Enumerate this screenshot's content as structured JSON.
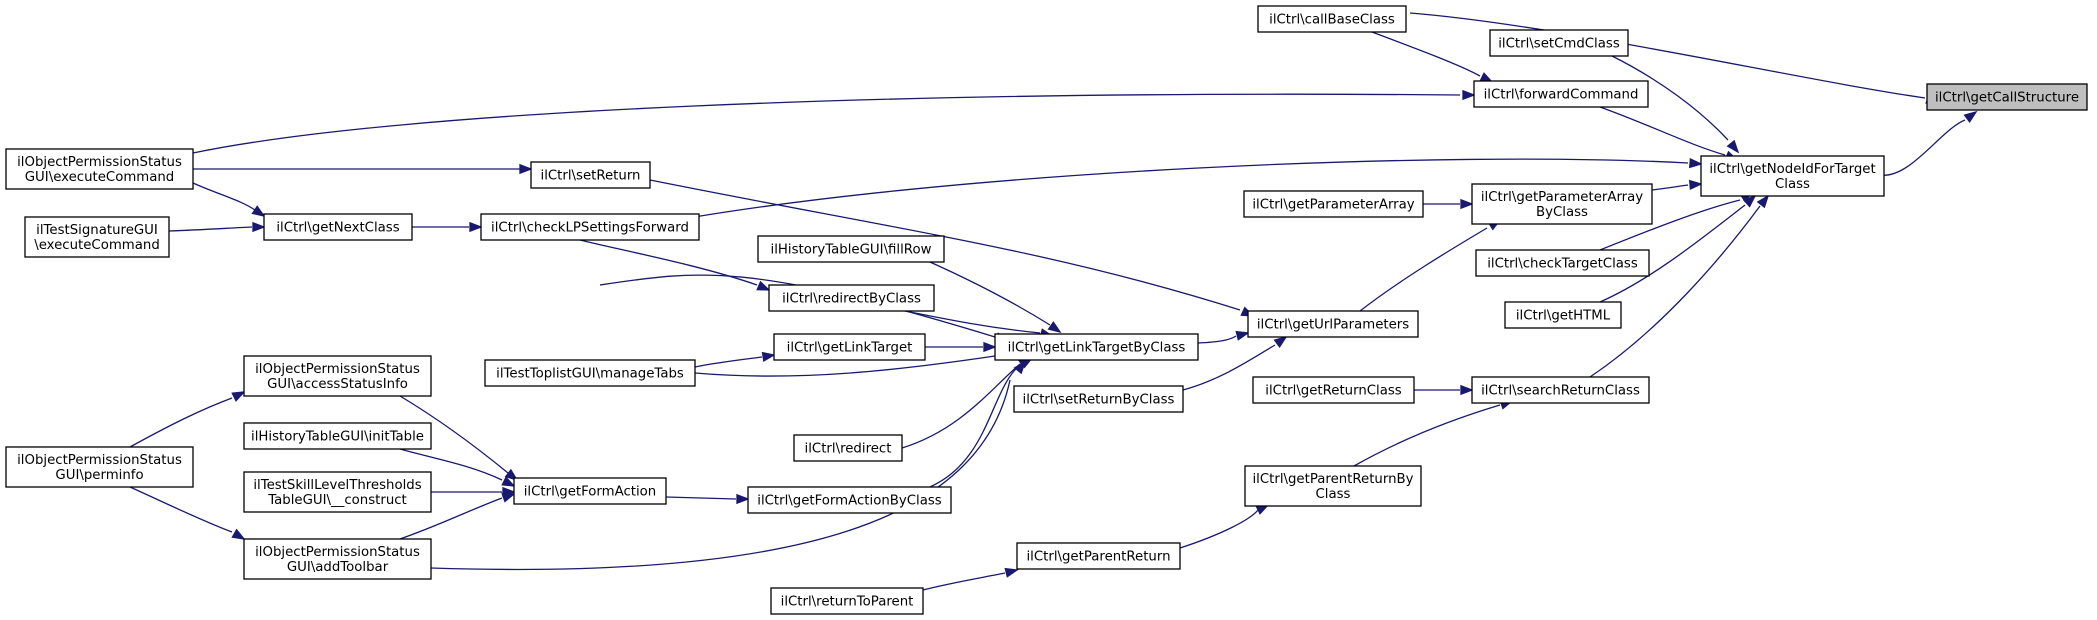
{
  "diagram": {
    "nodes": [
      {
        "id": "getCallStructure",
        "lines": [
          "ilCtrl\\getCallStructure"
        ],
        "root": true
      },
      {
        "id": "callBaseClass",
        "lines": [
          "ilCtrl\\callBaseClass"
        ]
      },
      {
        "id": "setCmdClass",
        "lines": [
          "ilCtrl\\setCmdClass"
        ]
      },
      {
        "id": "forwardCommand",
        "lines": [
          "ilCtrl\\forwardCommand"
        ]
      },
      {
        "id": "getNodeIdForTargetClass",
        "lines": [
          "ilCtrl\\getNodeIdForTarget",
          "Class"
        ]
      },
      {
        "id": "opsExecuteCommand",
        "lines": [
          "ilObjectPermissionStatus",
          "GUI\\executeCommand"
        ]
      },
      {
        "id": "setReturn",
        "lines": [
          "ilCtrl\\setReturn"
        ]
      },
      {
        "id": "tsgExecuteCommand",
        "lines": [
          "ilTestSignatureGUI",
          "\\executeCommand"
        ]
      },
      {
        "id": "getNextClass",
        "lines": [
          "ilCtrl\\getNextClass"
        ]
      },
      {
        "id": "checkLPSettingsForward",
        "lines": [
          "ilCtrl\\checkLPSettingsForward"
        ]
      },
      {
        "id": "getParameterArray",
        "lines": [
          "ilCtrl\\getParameterArray"
        ]
      },
      {
        "id": "getParameterArrayByClass",
        "lines": [
          "ilCtrl\\getParameterArray",
          "ByClass"
        ]
      },
      {
        "id": "checkTargetClass",
        "lines": [
          "ilCtrl\\checkTargetClass"
        ]
      },
      {
        "id": "fillRow",
        "lines": [
          "ilHistoryTableGUI\\fillRow"
        ]
      },
      {
        "id": "redirectByClass",
        "lines": [
          "ilCtrl\\redirectByClass"
        ]
      },
      {
        "id": "getUrlParameters",
        "lines": [
          "ilCtrl\\getUrlParameters"
        ]
      },
      {
        "id": "getHTML",
        "lines": [
          "ilCtrl\\getHTML"
        ]
      },
      {
        "id": "getLinkTarget",
        "lines": [
          "ilCtrl\\getLinkTarget"
        ]
      },
      {
        "id": "getLinkTargetByClass",
        "lines": [
          "ilCtrl\\getLinkTargetByClass"
        ]
      },
      {
        "id": "manageTabs",
        "lines": [
          "ilTestToplistGUI\\manageTabs"
        ]
      },
      {
        "id": "accessStatusInfo",
        "lines": [
          "ilObjectPermissionStatus",
          "GUI\\accessStatusInfo"
        ]
      },
      {
        "id": "setReturnByClass",
        "lines": [
          "ilCtrl\\setReturnByClass"
        ]
      },
      {
        "id": "getReturnClass",
        "lines": [
          "ilCtrl\\getReturnClass"
        ]
      },
      {
        "id": "searchReturnClass",
        "lines": [
          "ilCtrl\\searchReturnClass"
        ]
      },
      {
        "id": "initTable",
        "lines": [
          "ilHistoryTableGUI\\initTable"
        ]
      },
      {
        "id": "redirect",
        "lines": [
          "ilCtrl\\redirect"
        ]
      },
      {
        "id": "perminfo",
        "lines": [
          "ilObjectPermissionStatus",
          "GUI\\perminfo"
        ]
      },
      {
        "id": "skillConstruct",
        "lines": [
          "ilTestSkillLevelThresholds",
          "TableGUI\\__construct"
        ]
      },
      {
        "id": "getFormAction",
        "lines": [
          "ilCtrl\\getFormAction"
        ]
      },
      {
        "id": "getFormActionByClass",
        "lines": [
          "ilCtrl\\getFormActionByClass"
        ]
      },
      {
        "id": "getParentReturnByClass",
        "lines": [
          "ilCtrl\\getParentReturnBy",
          "Class"
        ]
      },
      {
        "id": "addToolbar",
        "lines": [
          "ilObjectPermissionStatus",
          "GUI\\addToolbar"
        ]
      },
      {
        "id": "getParentReturn",
        "lines": [
          "ilCtrl\\getParentReturn"
        ]
      },
      {
        "id": "returnToParent",
        "lines": [
          "ilCtrl\\returnToParent"
        ]
      }
    ]
  }
}
